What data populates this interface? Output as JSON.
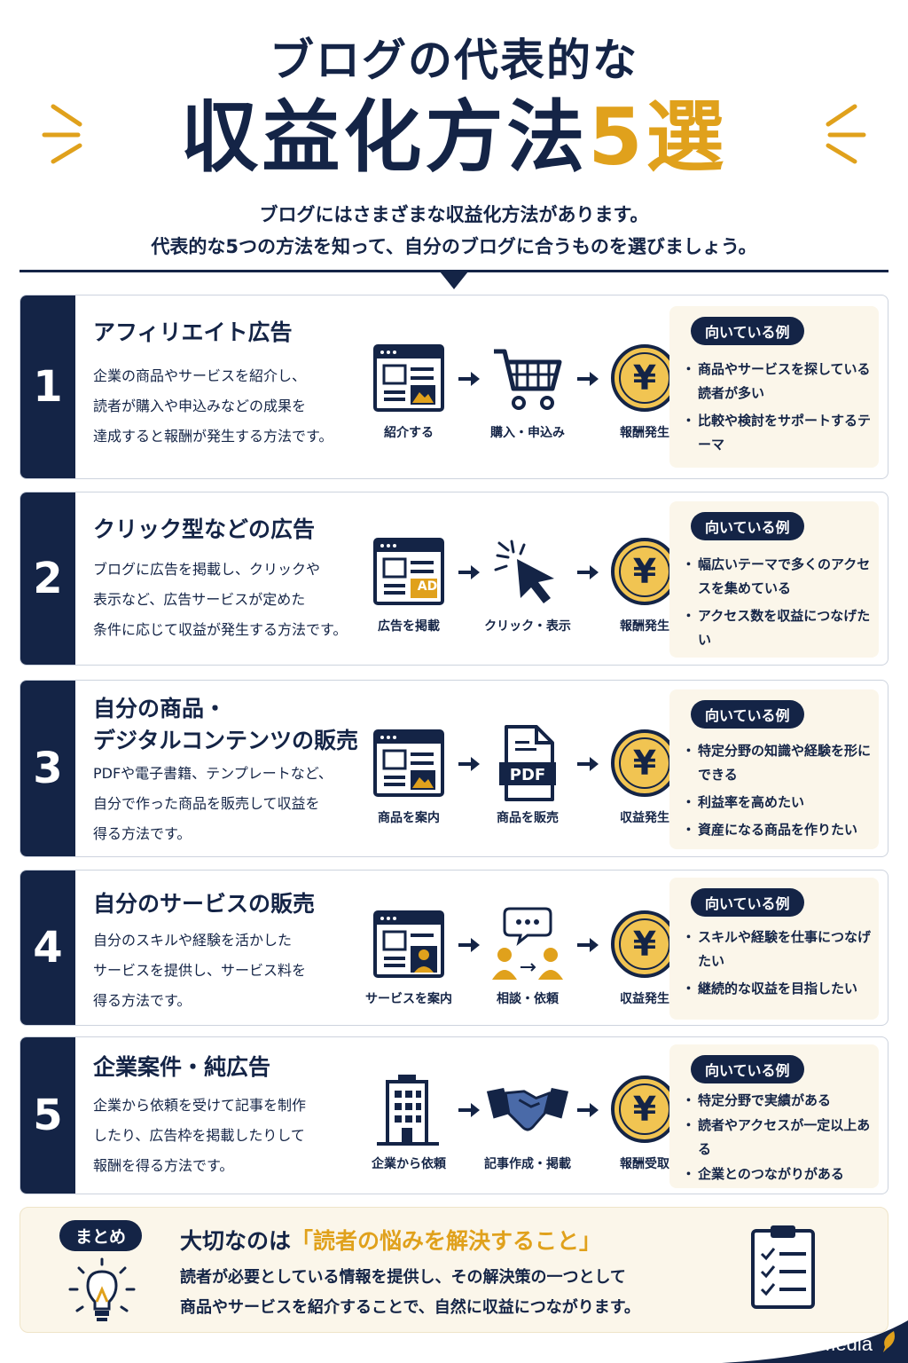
{
  "header": {
    "title_line1": "ブログの代表的な",
    "title_line2_main": "収益化方法",
    "title_line2_accent": "5選",
    "intro_line1": "ブログにはさまざまな収益化方法があります。",
    "intro_line2": "代表的な5つの方法を知って、自分のブログに合うものを選びましょう。"
  },
  "fit_badge": "向いている例",
  "methods": [
    {
      "number": "1",
      "title": [
        "アフィリエイト広告"
      ],
      "desc": [
        "企業の商品やサービスを紹介し、",
        "読者が購入や申込みなどの成果を",
        "達成すると報酬が発生する方法です。"
      ],
      "flow": [
        "紹介する",
        "購入・申込み",
        "報酬発生"
      ],
      "fit": [
        "商品やサービスを探している読者が多い",
        "比較や検討をサポートするテーマ"
      ]
    },
    {
      "number": "2",
      "title": [
        "クリック型などの広告"
      ],
      "desc": [
        "ブログに広告を掲載し、クリックや",
        "表示など、広告サービスが定めた",
        "条件に応じて収益が発生する方法です。"
      ],
      "flow": [
        "広告を掲載",
        "クリック・表示",
        "報酬発生"
      ],
      "ad_label": "AD",
      "fit": [
        "幅広いテーマで多くのアクセスを集めている",
        "アクセス数を収益につなげたい"
      ]
    },
    {
      "number": "3",
      "title": [
        "自分の商品・",
        "デジタルコンテンツの販売"
      ],
      "desc": [
        "PDFや電子書籍、テンプレートなど、",
        "自分で作った商品を販売して収益を",
        "得る方法です。"
      ],
      "flow": [
        "商品を案内",
        "商品を販売",
        "収益発生"
      ],
      "pdf_label": "PDF",
      "fit": [
        "特定分野の知識や経験を形にできる",
        "利益率を高めたい",
        "資産になる商品を作りたい"
      ]
    },
    {
      "number": "4",
      "title": [
        "自分のサービスの販売"
      ],
      "desc": [
        "自分のスキルや経験を活かした",
        "サービスを提供し、サービス料を",
        "得る方法です。"
      ],
      "flow": [
        "サービスを案内",
        "相談・依頼",
        "収益発生"
      ],
      "fit": [
        "スキルや経験を仕事につなげたい",
        "継続的な収益を目指したい"
      ]
    },
    {
      "number": "5",
      "title": [
        "企業案件・純広告"
      ],
      "desc": [
        "企業から依頼を受けて記事を制作",
        "したり、広告枠を掲載したりして",
        "報酬を得る方法です。"
      ],
      "flow": [
        "企業から依頼",
        "記事作成・掲載",
        "報酬受取"
      ],
      "fit": [
        "特定分野で実績がある",
        "読者やアクセスが一定以上ある",
        "企業とのつながりがある"
      ]
    }
  ],
  "summary": {
    "badge": "まとめ",
    "head_main": "大切なのは",
    "head_accent": "「読者の悩みを解決すること」",
    "body_line1": "読者が必要としている情報を提供し、その解決策の一つとして",
    "body_line2": "商品やサービスを紹介することで、自然に収益につながります。"
  },
  "brand": "Enta Media",
  "colors": {
    "navy": "#142446",
    "gold": "#e0a11c",
    "cream": "#fbf6ea"
  },
  "icons": [
    "webpage-icon",
    "cart-icon",
    "yen-coin-icon",
    "cursor-click-icon",
    "pdf-file-icon",
    "consultation-icon",
    "building-icon",
    "handshake-icon",
    "lightbulb-icon",
    "clipboard-checklist-icon",
    "feather-icon"
  ]
}
